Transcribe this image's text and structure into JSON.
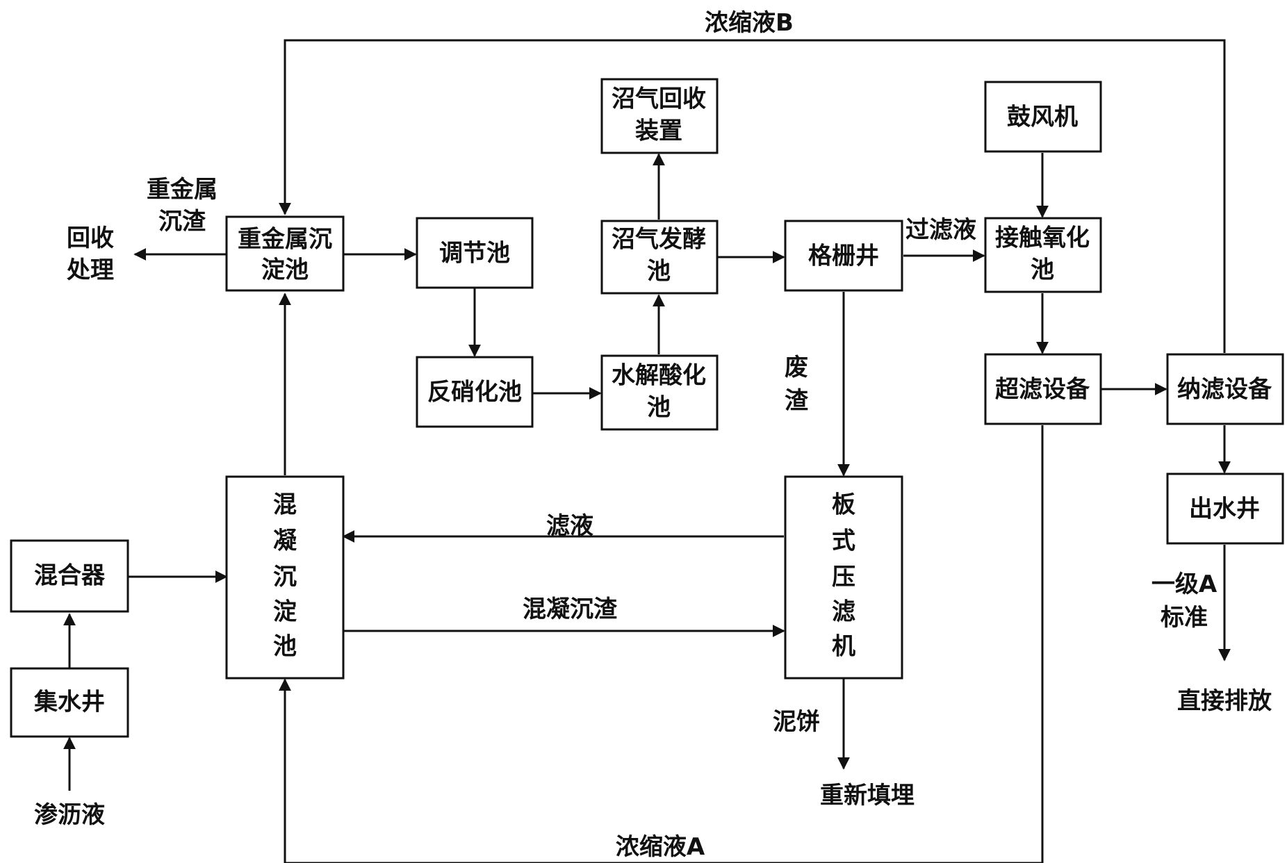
{
  "nodes": {
    "heavy_metal_tank": [
      "重金属沉",
      "淀池"
    ],
    "regulating_tank": [
      "调节池"
    ],
    "denitrification_tank": [
      "反硝化池"
    ],
    "hydrolysis_tank": [
      "水解酸化",
      "池"
    ],
    "biogas_fermentation_tank": [
      "沼气发酵",
      "池"
    ],
    "biogas_recovery": [
      "沼气回收",
      "装置"
    ],
    "grid_well": [
      "格栅井"
    ],
    "blower": [
      "鼓风机"
    ],
    "contact_oxidation_tank": [
      "接触氧化",
      "池"
    ],
    "ultrafiltration": [
      "超滤设备"
    ],
    "nanofiltration": [
      "纳滤设备"
    ],
    "outlet_well": [
      "出水井"
    ],
    "mixer": [
      "混合器"
    ],
    "collection_well": [
      "集水井"
    ],
    "coagulation_tank": [
      "混",
      "凝",
      "沉",
      "淀",
      "池"
    ],
    "plate_filter_press": [
      "板",
      "式",
      "压",
      "滤",
      "机"
    ]
  },
  "labels": {
    "concentrate_b": "浓缩液B",
    "concentrate_a": "浓缩液A",
    "heavy_metal_sludge": [
      "重金属",
      "沉渣"
    ],
    "recycle": [
      "回收",
      "处理"
    ],
    "filtrate_out": "过滤液",
    "waste_residue": [
      "废",
      "渣"
    ],
    "filtrate": "滤液",
    "coag_sludge": "混凝沉渣",
    "mud_cake": "泥饼",
    "refill": "重新填埋",
    "grade_a": [
      "一级A",
      "标准"
    ],
    "discharge": "直接排放",
    "leachate": "渗沥液"
  },
  "colors": {
    "stroke": "#111111",
    "background": "#ffffff"
  }
}
